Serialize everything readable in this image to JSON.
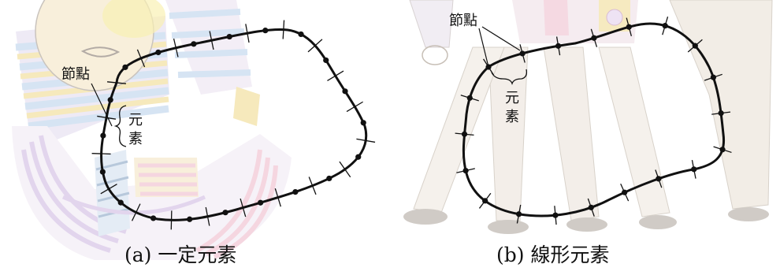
{
  "panels": [
    {
      "id": "a",
      "caption": "(a) 一定元素",
      "node_label": "節點",
      "element_label_chars": [
        "元",
        "素"
      ]
    },
    {
      "id": "b",
      "caption": "(b) 線形元素",
      "node_label": "節點",
      "element_label_chars": [
        "元",
        "素"
      ]
    }
  ],
  "colors": {
    "curve": "#111111",
    "sketch_stripes": [
      "#d9c7e8",
      "#f3e2a6",
      "#c9dcf0",
      "#f2c9d6",
      "#e8e0c6"
    ],
    "sketch_outline": "#b8b0a8",
    "watermark": "#8a8a8a"
  }
}
